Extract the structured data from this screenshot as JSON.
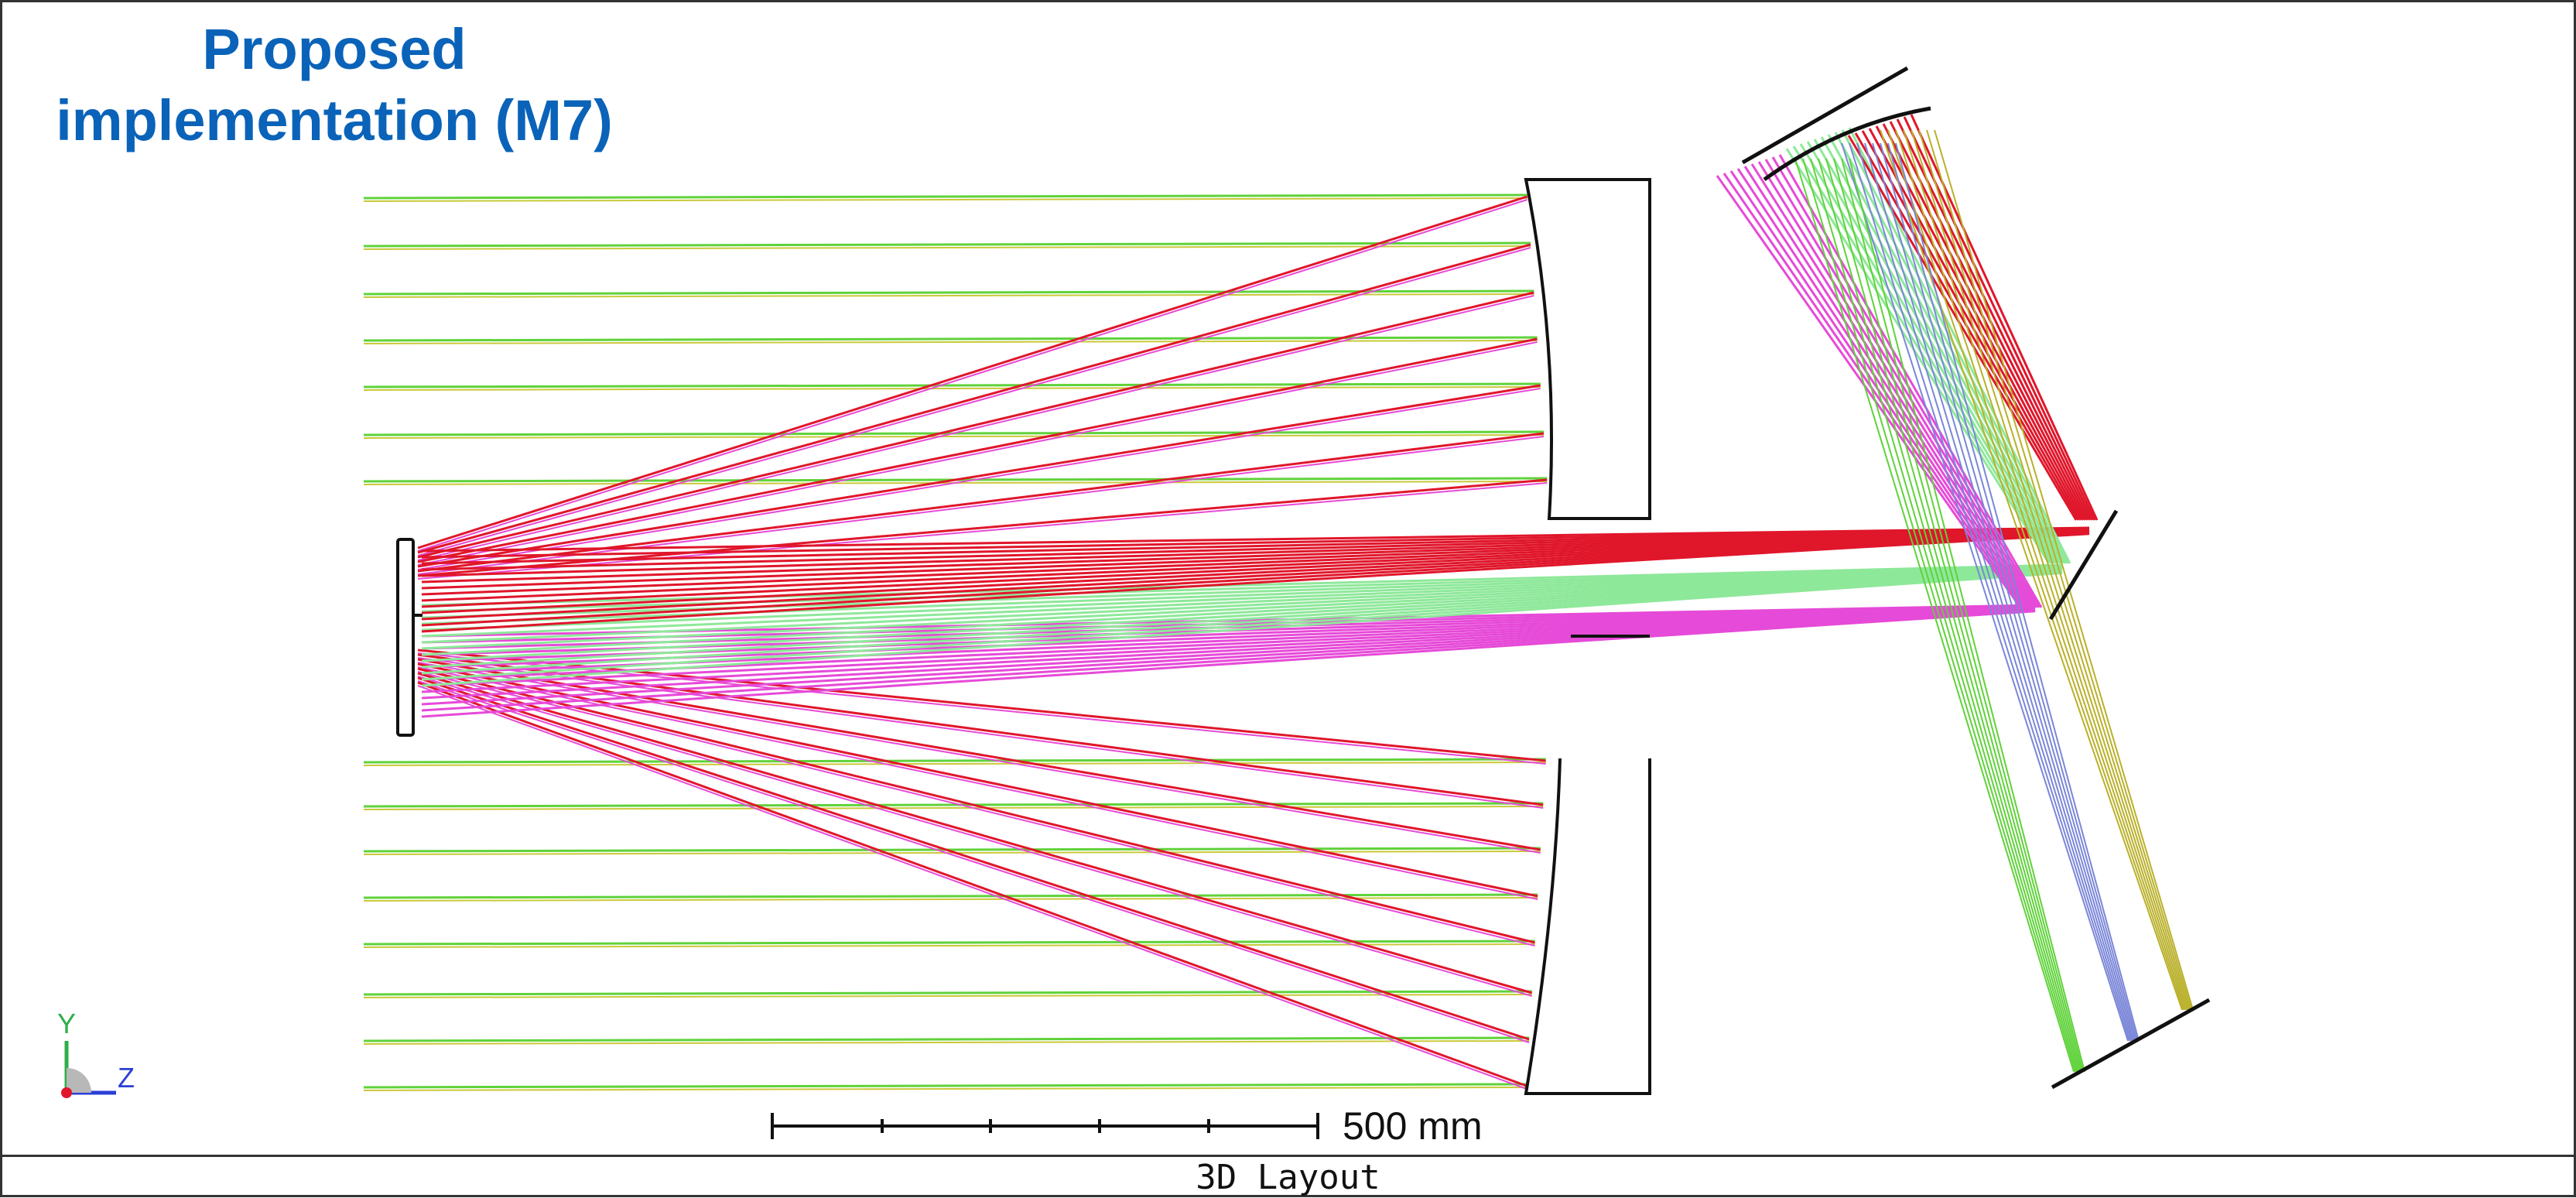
{
  "title": {
    "line1": "Proposed",
    "line2": "implementation (M7)"
  },
  "scale_bar": {
    "label": "500 mm",
    "length_mm": 500
  },
  "caption": "3D Layout",
  "axis_triad": {
    "y_label": "Y",
    "z_label": "Z"
  },
  "colors": {
    "title": "#0a63b8",
    "ray_green": "#5fd23a",
    "ray_yellow": "#c9c93a",
    "ray_red": "#e0162b",
    "ray_magenta": "#e64ad8",
    "ray_lightgreen": "#8ee89a",
    "ray_blue": "#7a86d8",
    "ray_olive": "#b9b02a",
    "outline": "#111111"
  },
  "elements": [
    "primary-mirror",
    "secondary-mirror",
    "fold-mirror",
    "tertiary-mirror",
    "focal-plane"
  ]
}
